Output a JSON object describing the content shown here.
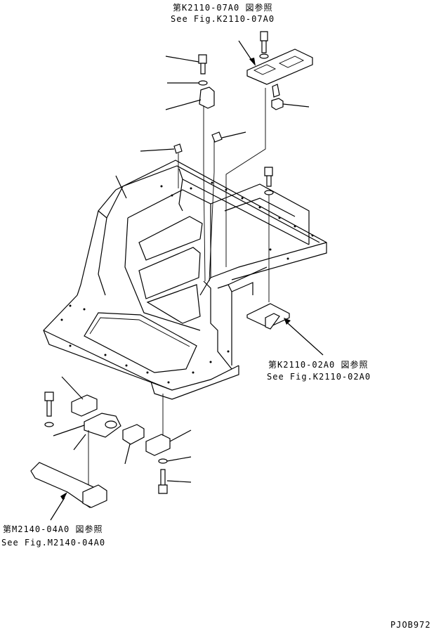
{
  "references": {
    "top": {
      "jp": "第K2110-07A0 図参照",
      "en": "See Fig.K2110-07A0"
    },
    "right": {
      "jp": "第K2110-02A0 図参照",
      "en": "See Fig.K2110-02A0"
    },
    "left": {
      "jp": "第M2140-04A0 図参照",
      "en": "See Fig.M2140-04A0"
    }
  },
  "drawing_code": "PJOB972"
}
